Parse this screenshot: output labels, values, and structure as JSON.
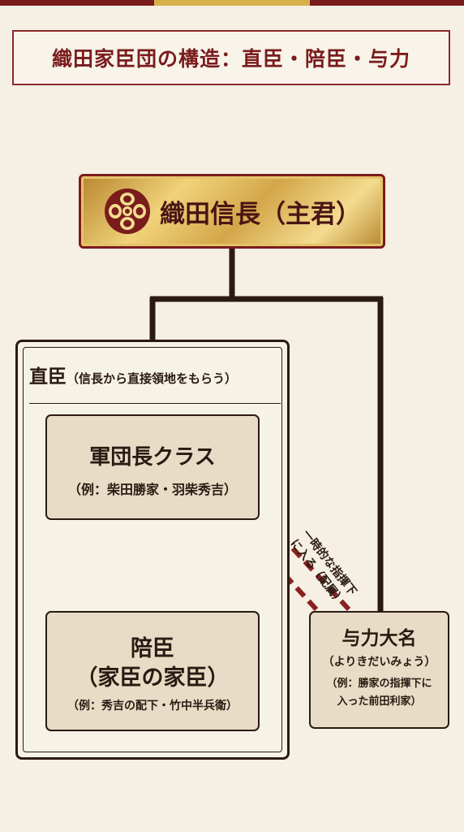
{
  "title": "織田家臣団の構造：直臣・陪臣・与力",
  "lord": {
    "label": "織田信長（主君）",
    "crest_icon": "oda-mokko-crest"
  },
  "direct_retainers": {
    "heading": "直臣",
    "heading_note": "（信長から直接領地をもらう）"
  },
  "army_commander": {
    "title": "軍団長クラス",
    "example": "（例：柴田勝家・羽柴秀吉）"
  },
  "subvassal": {
    "title_line1": "陪臣",
    "title_line2": "（家臣の家臣）",
    "example": "（例：秀吉の配下・竹中半兵衛）"
  },
  "yoriki": {
    "title": "与力大名",
    "reading": "（よりきだいみょう）",
    "example_line1": "（例：勝家の指揮下に",
    "example_line2": "入った前田利家）"
  },
  "arrow_label": {
    "line1": "一時的な指揮下",
    "line2": "に入る（配属）"
  },
  "colors": {
    "accent": "#7a1c1c",
    "gold": "#d7b24a",
    "card_fill": "#e8dcc6",
    "arrow": "#8b2222"
  }
}
